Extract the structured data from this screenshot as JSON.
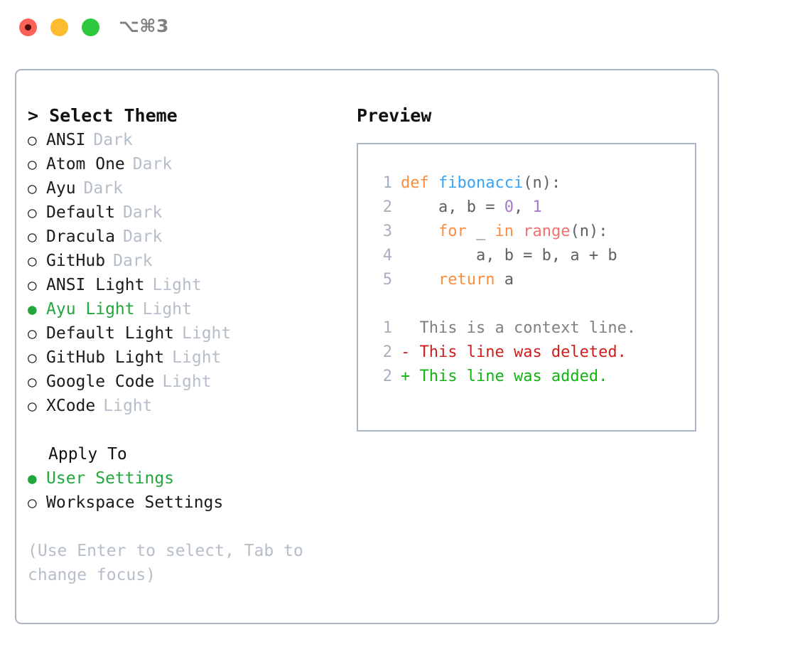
{
  "window": {
    "shortcut_hint": "⌥⌘3",
    "traffic_lights": [
      "close-button",
      "minimize-button",
      "maximize-button"
    ]
  },
  "theme_panel": {
    "title": "> Select Theme",
    "items": [
      {
        "marker": "○",
        "label": "ANSI",
        "tag": "Dark",
        "selected": false
      },
      {
        "marker": "○",
        "label": "Atom One",
        "tag": "Dark",
        "selected": false
      },
      {
        "marker": "○",
        "label": "Ayu",
        "tag": "Dark",
        "selected": false
      },
      {
        "marker": "○",
        "label": "Default",
        "tag": "Dark",
        "selected": false
      },
      {
        "marker": "○",
        "label": "Dracula",
        "tag": "Dark",
        "selected": false
      },
      {
        "marker": "○",
        "label": "GitHub",
        "tag": "Dark",
        "selected": false
      },
      {
        "marker": "○",
        "label": "ANSI Light",
        "tag": "Light",
        "selected": false
      },
      {
        "marker": "●",
        "label": "Ayu Light",
        "tag": "Light",
        "selected": true
      },
      {
        "marker": "○",
        "label": "Default Light",
        "tag": "Light",
        "selected": false
      },
      {
        "marker": "○",
        "label": "GitHub Light",
        "tag": "Light",
        "selected": false
      },
      {
        "marker": "○",
        "label": "Google Code",
        "tag": "Light",
        "selected": false
      },
      {
        "marker": "○",
        "label": "XCode",
        "tag": "Light",
        "selected": false
      }
    ]
  },
  "apply_to": {
    "heading": "Apply To",
    "items": [
      {
        "marker": "●",
        "label": "User Settings",
        "selected": true
      },
      {
        "marker": "○",
        "label": "Workspace Settings",
        "selected": false
      }
    ]
  },
  "hint": "(Use Enter to select, Tab to change focus)",
  "preview": {
    "title": "Preview",
    "code_lines": [
      {
        "number": "1",
        "tokens": [
          {
            "text": "def ",
            "style": "kw"
          },
          {
            "text": "fibonacci",
            "style": "fn"
          },
          {
            "text": "(n):",
            "style": "plain"
          }
        ]
      },
      {
        "number": "2",
        "tokens": [
          {
            "text": "    a, b = ",
            "style": "plain"
          },
          {
            "text": "0",
            "style": "num"
          },
          {
            "text": ", ",
            "style": "plain"
          },
          {
            "text": "1",
            "style": "num"
          }
        ]
      },
      {
        "number": "3",
        "tokens": [
          {
            "text": "    ",
            "style": "plain"
          },
          {
            "text": "for",
            "style": "kw"
          },
          {
            "text": " _ ",
            "style": "plain"
          },
          {
            "text": "in",
            "style": "kw"
          },
          {
            "text": " ",
            "style": "plain"
          },
          {
            "text": "range",
            "style": "call"
          },
          {
            "text": "(n):",
            "style": "plain"
          }
        ]
      },
      {
        "number": "4",
        "tokens": [
          {
            "text": "        a, b = b, a + b",
            "style": "plain"
          }
        ]
      },
      {
        "number": "5",
        "tokens": [
          {
            "text": "    ",
            "style": "plain"
          },
          {
            "text": "return",
            "style": "kw"
          },
          {
            "text": " a",
            "style": "plain"
          }
        ]
      }
    ],
    "diff_lines": [
      {
        "number": "1",
        "prefix": "  ",
        "text": "This is a context line.",
        "kind": "ctx"
      },
      {
        "number": "2",
        "prefix": "- ",
        "text": "This line was deleted.",
        "kind": "del"
      },
      {
        "number": "2",
        "prefix": "+ ",
        "text": "This line was added.",
        "kind": "add"
      }
    ]
  },
  "colors": {
    "accent_green": "#22a73e",
    "muted": "#b6bec9",
    "border": "#aab4c2",
    "kw_orange": "#fa8d3e",
    "fn_blue": "#36a3f7",
    "num_purple": "#a37acc",
    "call_red": "#f07171",
    "diff_add": "#12b312",
    "diff_del": "#cc1f1f"
  }
}
